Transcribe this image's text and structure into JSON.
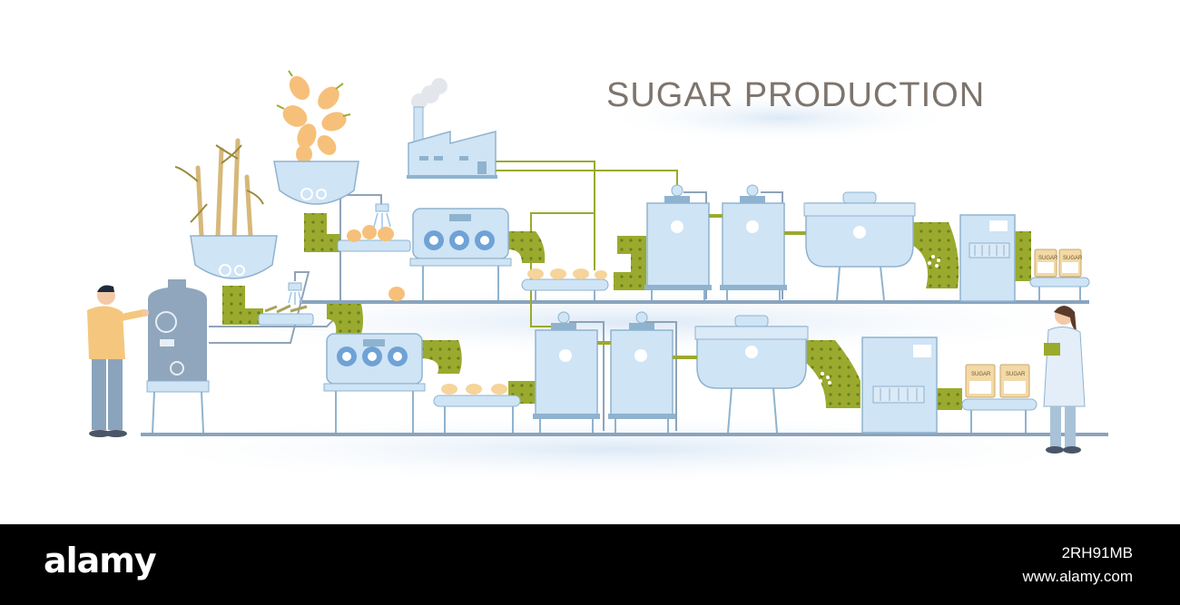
{
  "title": "SUGAR PRODUCTION",
  "product_label": "SUGAR",
  "footer": {
    "logo": "alamy",
    "image_id": "2RH91MB",
    "url": "www.alamy.com"
  },
  "colors": {
    "machine": "#cfe4f5",
    "machine_stroke": "#8fb3cf",
    "pipe": "#9aaa2e",
    "pipe_dots": "#6f7d1c",
    "title": "#7d746c",
    "floor": "#8aa4bd",
    "beet": "#f6c07a"
  }
}
